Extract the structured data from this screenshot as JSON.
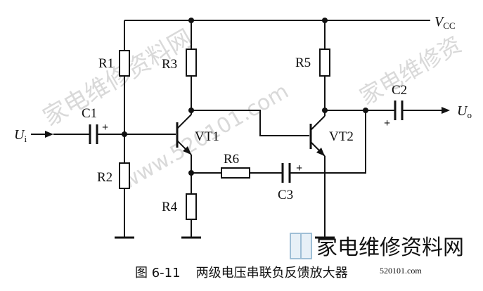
{
  "supply": {
    "symbol": "V",
    "sub": "CC"
  },
  "input": {
    "symbol": "U",
    "sub": "i"
  },
  "output": {
    "symbol": "U",
    "sub": "o"
  },
  "resistors": {
    "r1": "R1",
    "r2": "R2",
    "r3": "R3",
    "r4": "R4",
    "r5": "R5",
    "r6": "R6"
  },
  "capacitors": {
    "c1": "C1",
    "c2": "C2",
    "c3": "C3"
  },
  "polarity": {
    "plus": "+"
  },
  "transistors": {
    "vt1": "VT1",
    "vt2": "VT2"
  },
  "caption": {
    "figure": "图 6-11",
    "title": "两级电压串联负反馈放大器"
  },
  "watermarks": {
    "diag1": "家电维修资料网",
    "diag2": "www.520101.com",
    "diag3": "家电维修资",
    "logo": "家电维修资料网",
    "logo_url": "520101.com"
  }
}
